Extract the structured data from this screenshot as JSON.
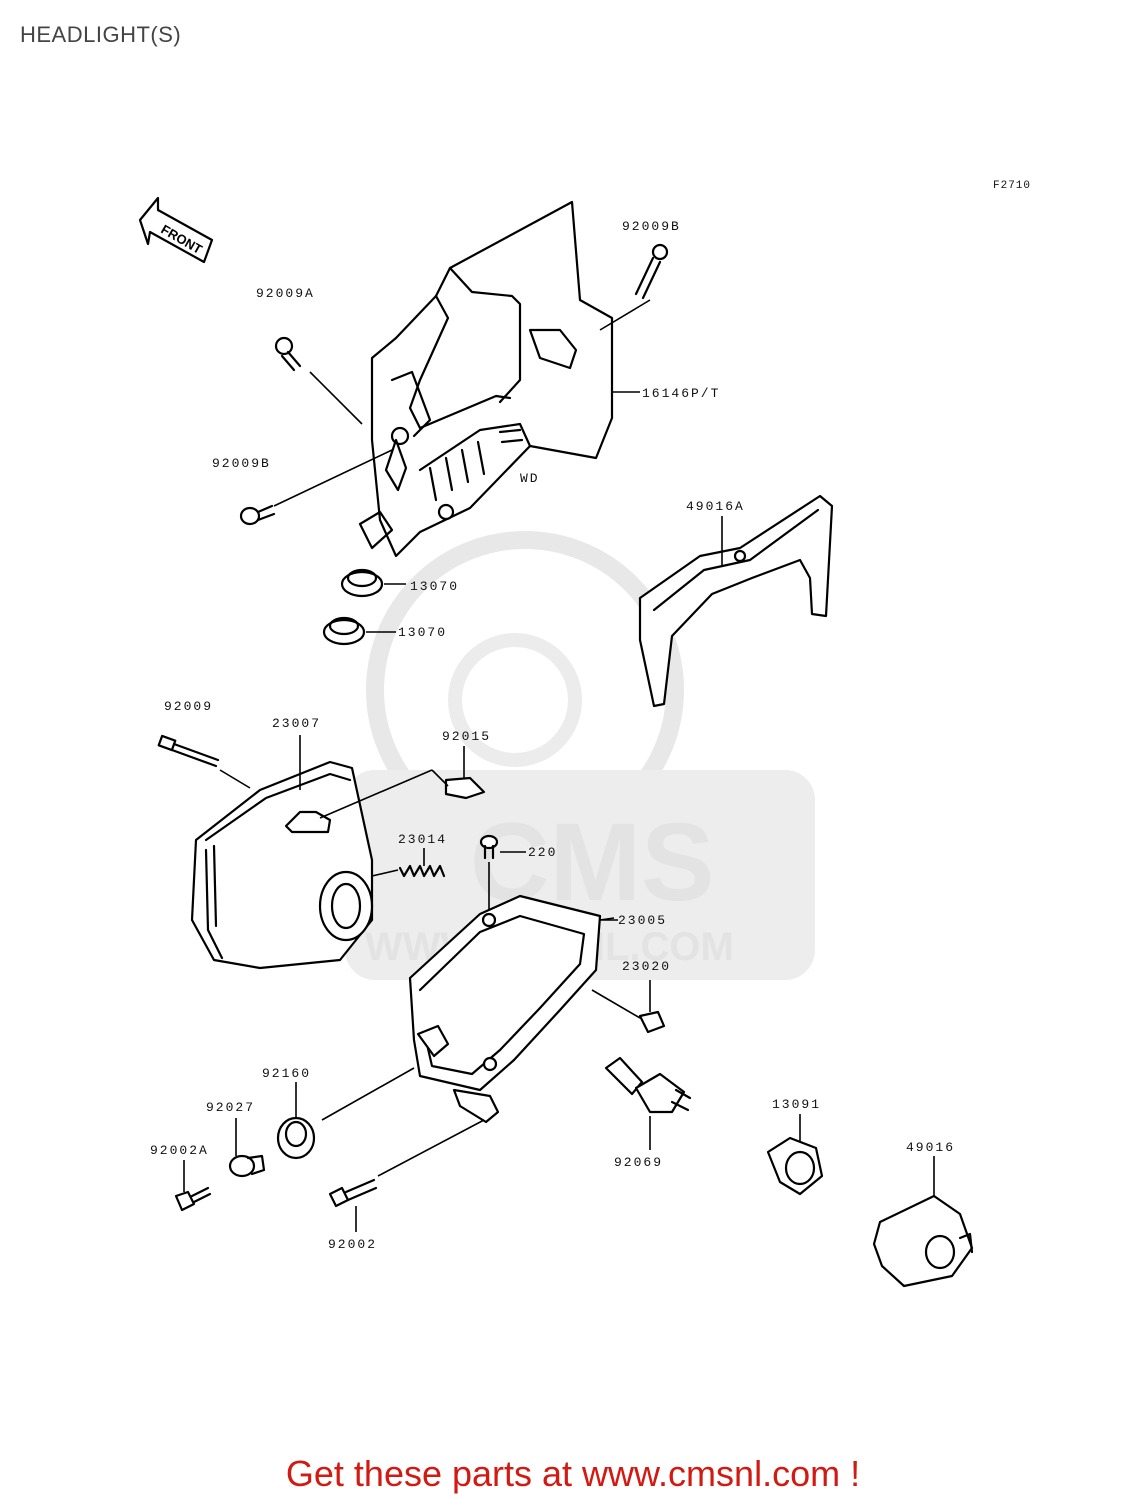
{
  "title": "HEADLIGHT(S)",
  "figure_code": "F2710",
  "front_arrow_label": "FRONT",
  "housing_mark": "WD",
  "watermark": {
    "brand": "CMS",
    "url": "WWW.CMSNL.COM"
  },
  "parts": [
    {
      "id": "p-92009b-top",
      "label": "92009B"
    },
    {
      "id": "p-92009a",
      "label": "92009A"
    },
    {
      "id": "p-16146",
      "label": "16146P/T"
    },
    {
      "id": "p-92009b-left",
      "label": "92009B"
    },
    {
      "id": "p-49016a",
      "label": "49016A"
    },
    {
      "id": "p-13070-a",
      "label": "13070"
    },
    {
      "id": "p-13070-b",
      "label": "13070"
    },
    {
      "id": "p-92009",
      "label": "92009"
    },
    {
      "id": "p-23007",
      "label": "23007"
    },
    {
      "id": "p-92015",
      "label": "92015"
    },
    {
      "id": "p-23014",
      "label": "23014"
    },
    {
      "id": "p-220",
      "label": "220"
    },
    {
      "id": "p-23005",
      "label": "23005"
    },
    {
      "id": "p-23020",
      "label": "23020"
    },
    {
      "id": "p-92160",
      "label": "92160"
    },
    {
      "id": "p-92027",
      "label": "92027"
    },
    {
      "id": "p-92002a",
      "label": "92002A"
    },
    {
      "id": "p-92002",
      "label": "92002"
    },
    {
      "id": "p-92069",
      "label": "92069"
    },
    {
      "id": "p-13091",
      "label": "13091"
    },
    {
      "id": "p-49016",
      "label": "49016"
    }
  ],
  "footer_text": "Get these parts at www.cmsnl.com !",
  "colors": {
    "footer": "#d11a12",
    "title": "#444444",
    "line_art": "#000000",
    "watermark": "#e3e3e3"
  }
}
